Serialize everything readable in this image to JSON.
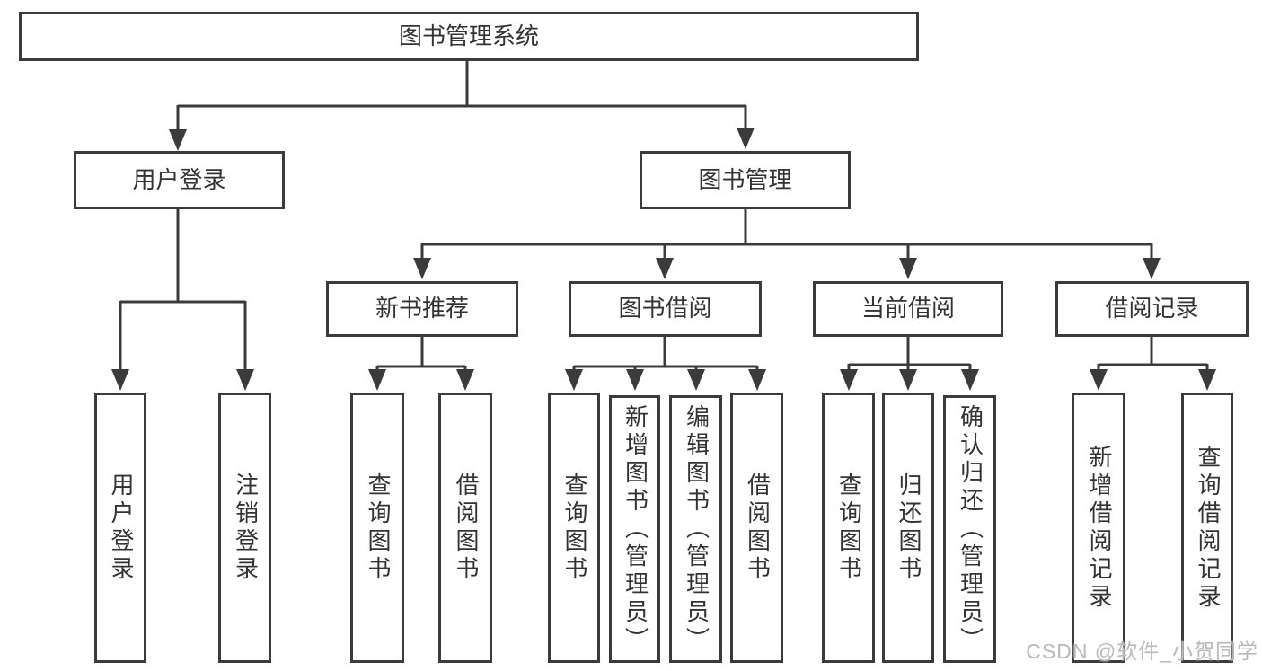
{
  "diagram": {
    "root": {
      "label": "图书管理系统"
    },
    "level2": [
      {
        "id": "user-login",
        "label": "用户登录"
      },
      {
        "id": "book-mgmt",
        "label": "图书管理"
      }
    ],
    "level3": [
      {
        "id": "new-book-rec",
        "label": "新书推荐",
        "parent": "book-mgmt"
      },
      {
        "id": "book-borrow",
        "label": "图书借阅",
        "parent": "book-mgmt"
      },
      {
        "id": "current-borrow",
        "label": "当前借阅",
        "parent": "book-mgmt"
      },
      {
        "id": "borrow-record",
        "label": "借阅记录",
        "parent": "book-mgmt"
      }
    ],
    "leaves": [
      {
        "label": "用户登录",
        "parent": "user-login"
      },
      {
        "label": "注销登录",
        "parent": "user-login"
      },
      {
        "label": "查询图书",
        "parent": "new-book-rec"
      },
      {
        "label": "借阅图书",
        "parent": "new-book-rec"
      },
      {
        "label": "查询图书",
        "parent": "book-borrow"
      },
      {
        "label": "新增图书（管理员）",
        "parent": "book-borrow"
      },
      {
        "label": "编辑图书（管理员）",
        "parent": "book-borrow"
      },
      {
        "label": "借阅图书",
        "parent": "book-borrow"
      },
      {
        "label": "查询图书",
        "parent": "current-borrow"
      },
      {
        "label": "归还图书",
        "parent": "current-borrow"
      },
      {
        "label": "确认归还（管理员）",
        "parent": "current-borrow"
      },
      {
        "label": "新增借阅记录",
        "parent": "borrow-record"
      },
      {
        "label": "查询借阅记录",
        "parent": "borrow-record"
      }
    ],
    "colors": {
      "line": "#3b3b3b",
      "text": "#333333",
      "background": "#ffffff",
      "watermark": "#b9b9b9"
    }
  },
  "watermark": {
    "text": "CSDN @软件_小贺同学"
  }
}
